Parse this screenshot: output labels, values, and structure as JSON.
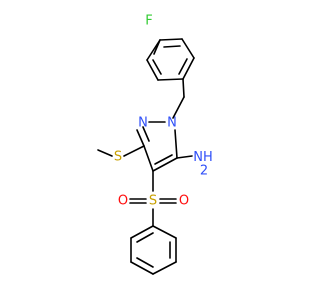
{
  "molecule": {
    "name": "",
    "atoms": [
      {
        "id": "F",
        "label": "F",
        "color": "#33cc33"
      },
      {
        "id": "N1",
        "label": "N",
        "color": "#3050f8"
      },
      {
        "id": "N2",
        "label": "N",
        "color": "#3050f8"
      },
      {
        "id": "S_methyl",
        "label": "S",
        "color": "#c8a000"
      },
      {
        "id": "NH2",
        "label": "NH",
        "sub": "2",
        "color": "#3050f8"
      },
      {
        "id": "S_sulfonyl",
        "label": "S",
        "color": "#c8a000"
      },
      {
        "id": "O1",
        "label": "O",
        "color": "#ff0d0d"
      },
      {
        "id": "O2",
        "label": "O",
        "color": "#ff0d0d"
      }
    ],
    "colors": {
      "bond": "#000000",
      "fluorine": "#33cc33",
      "nitrogen": "#3050f8",
      "sulfur": "#c8a000",
      "oxygen": "#ff0d0d"
    }
  }
}
